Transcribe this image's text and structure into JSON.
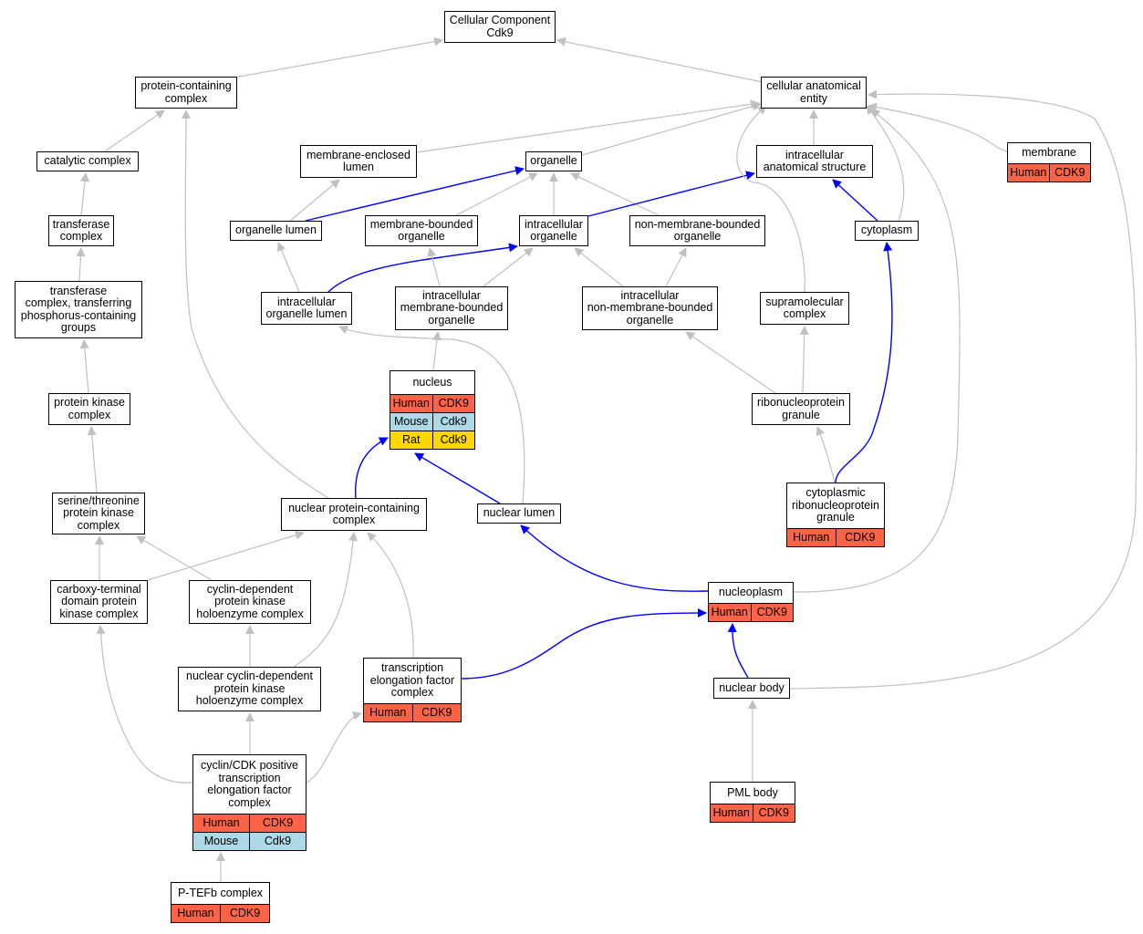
{
  "colors": {
    "is_a_edge": "#c0c0c0",
    "part_of_edge": "#0000ff",
    "Human": "#ff6347",
    "Mouse": "#add8e6",
    "Rat": "#ffd700"
  },
  "nodes": [
    {
      "id": "root",
      "label": "Cellular Component\nCdk9"
    },
    {
      "id": "pcc",
      "label": "protein-containing\ncomplex"
    },
    {
      "id": "cae",
      "label": "cellular anatomical\nentity"
    },
    {
      "id": "catalytic",
      "label": "catalytic complex"
    },
    {
      "id": "mel",
      "label": "membrane-enclosed\nlumen"
    },
    {
      "id": "organelle",
      "label": "organelle"
    },
    {
      "id": "ias",
      "label": "intracellular\nanatomical structure"
    },
    {
      "id": "membrane",
      "label": "membrane",
      "species": [
        [
          "Human",
          "CDK9"
        ]
      ]
    },
    {
      "id": "transferase",
      "label": "transferase\ncomplex"
    },
    {
      "id": "olumen",
      "label": "organelle lumen"
    },
    {
      "id": "mbo",
      "label": "membrane-bounded\norganelle"
    },
    {
      "id": "iorg",
      "label": "intracellular\norganelle"
    },
    {
      "id": "nmbo",
      "label": "non-membrane-bounded\norganelle"
    },
    {
      "id": "cytoplasm",
      "label": "cytoplasm"
    },
    {
      "id": "tcp",
      "label": "transferase\ncomplex, transferring\nphosphorus-containing\ngroups"
    },
    {
      "id": "iol",
      "label": "intracellular\norganelle lumen"
    },
    {
      "id": "imbo",
      "label": "intracellular\nmembrane-bounded\norganelle"
    },
    {
      "id": "inmbo",
      "label": "intracellular\nnon-membrane-bounded\norganelle"
    },
    {
      "id": "supra",
      "label": "supramolecular\ncomplex"
    },
    {
      "id": "nucleus",
      "label": "nucleus",
      "species": [
        [
          "Human",
          "CDK9"
        ],
        [
          "Mouse",
          "Cdk9"
        ],
        [
          "Rat",
          "Cdk9"
        ]
      ]
    },
    {
      "id": "pkc",
      "label": "protein kinase\ncomplex"
    },
    {
      "id": "rnpg",
      "label": "ribonucleoprotein\ngranule"
    },
    {
      "id": "stpk",
      "label": "serine/threonine\nprotein kinase\ncomplex"
    },
    {
      "id": "npcc",
      "label": "nuclear protein-containing\ncomplex"
    },
    {
      "id": "nlumen",
      "label": "nuclear lumen"
    },
    {
      "id": "crnpg",
      "label": "cytoplasmic\nribonucleoprotein\ngranule",
      "species": [
        [
          "Human",
          "CDK9"
        ]
      ]
    },
    {
      "id": "ctd",
      "label": "carboxy-terminal\ndomain protein\nkinase complex"
    },
    {
      "id": "cdpk",
      "label": "cyclin-dependent\nprotein kinase\nholoenzyme complex"
    },
    {
      "id": "nucleoplasm",
      "label": "nucleoplasm",
      "species": [
        [
          "Human",
          "CDK9"
        ]
      ]
    },
    {
      "id": "tefc",
      "label": "transcription\nelongation factor\ncomplex",
      "species": [
        [
          "Human",
          "CDK9"
        ]
      ]
    },
    {
      "id": "ncdpk",
      "label": "nuclear cyclin-dependent\nprotein kinase\nholoenzyme complex"
    },
    {
      "id": "nbody",
      "label": "nuclear body"
    },
    {
      "id": "ccdk",
      "label": "cyclin/CDK positive\ntranscription\nelongation factor\ncomplex",
      "species": [
        [
          "Human",
          "CDK9"
        ],
        [
          "Mouse",
          "Cdk9"
        ]
      ]
    },
    {
      "id": "pml",
      "label": "PML body",
      "species": [
        [
          "Human",
          "CDK9"
        ]
      ]
    },
    {
      "id": "ptefb",
      "label": "P-TEFb complex",
      "species": [
        [
          "Human",
          "CDK9"
        ]
      ]
    }
  ]
}
